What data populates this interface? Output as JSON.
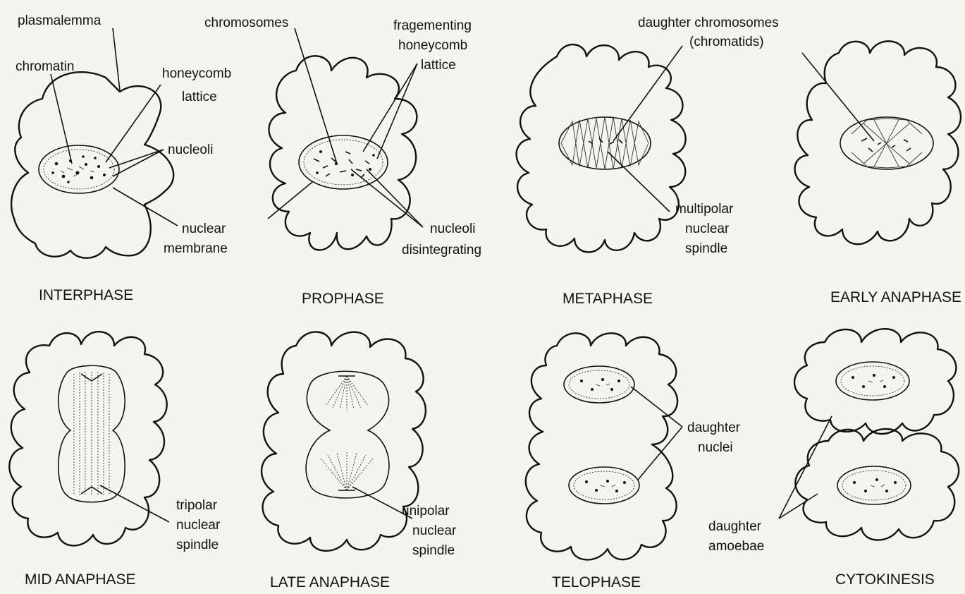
{
  "figure": {
    "panels": [
      {
        "id": "interphase",
        "title": "INTERPHASE",
        "labels": {
          "plasmalemma": "plasmalemma",
          "chromatin": "chromatin",
          "honeycomb_1": "honeycomb",
          "honeycomb_2": "lattice",
          "nucleoli": "nucleoli",
          "nuclear_membrane_1": "nuclear",
          "nuclear_membrane_2": "membrane"
        }
      },
      {
        "id": "prophase",
        "title": "PROPHASE",
        "labels": {
          "chromosomes": "chromosomes",
          "frag_1": "fragementing",
          "frag_2": "honeycomb",
          "frag_3": "lattice",
          "nucleoli_1": "nucleoli",
          "nucleoli_2": "disintegrating"
        }
      },
      {
        "id": "metaphase",
        "title": "METAPHASE",
        "labels": {
          "daughter_chromosomes_1": "daughter chromosomes",
          "daughter_chromosomes_2": "(chromatids)",
          "spindle_1": "multipolar",
          "spindle_2": "nuclear",
          "spindle_3": "spindle"
        }
      },
      {
        "id": "early-anaphase",
        "title": "EARLY ANAPHASE",
        "labels": {}
      },
      {
        "id": "mid-anaphase",
        "title": "MID ANAPHASE",
        "labels": {
          "spindle_1": "tripolar",
          "spindle_2": "nuclear",
          "spindle_3": "spindle"
        }
      },
      {
        "id": "late-anaphase",
        "title": "LATE ANAPHASE",
        "labels": {
          "spindle_1": "unipolar",
          "spindle_2": "nuclear",
          "spindle_3": "spindle"
        }
      },
      {
        "id": "telophase",
        "title": "TELOPHASE",
        "labels": {
          "nuclei_1": "daughter",
          "nuclei_2": "nuclei"
        }
      },
      {
        "id": "cytokinesis",
        "title": "CYTOKINESIS",
        "labels": {
          "amoebae_1": "daughter",
          "amoebae_2": "amoebae"
        }
      }
    ]
  }
}
